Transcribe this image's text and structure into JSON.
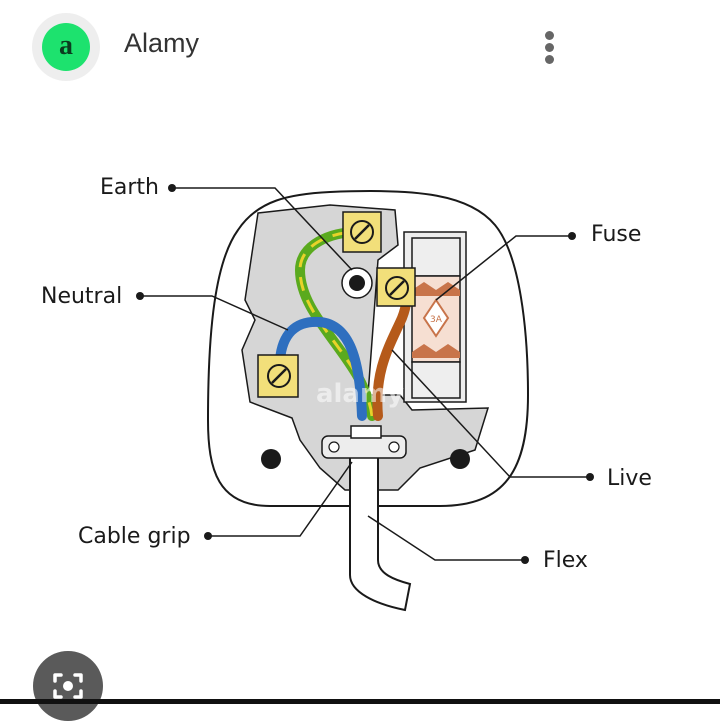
{
  "header": {
    "logo_letter": "a",
    "site_name": "Alamy",
    "menu_icon": "more-vert-icon"
  },
  "diagram": {
    "labels": {
      "earth": "Earth",
      "neutral": "Neutral",
      "fuse": "Fuse",
      "live": "Live",
      "cable_grip": "Cable grip",
      "flex": "Flex"
    },
    "fuse_marking": "3A",
    "watermark": "alamy"
  },
  "footer": {
    "lens_icon": "image-search-icon"
  },
  "colors": {
    "accent": "#1de26e",
    "earth_green": "#5aaa1e",
    "earth_yellow": "#e8d22a",
    "neutral_blue": "#2e6fbf",
    "live_brown": "#b55a1a",
    "terminal_brass": "#f2df7a"
  }
}
